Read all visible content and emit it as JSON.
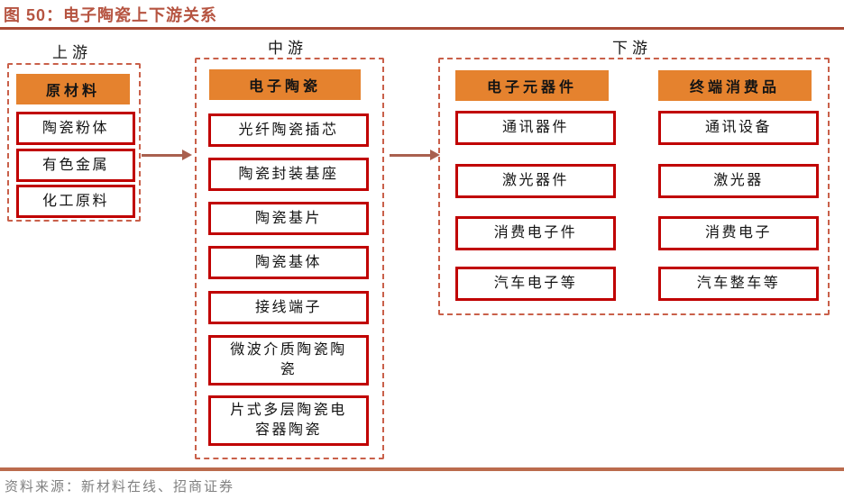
{
  "figure": {
    "title": "图 50：电子陶瓷上下游关系",
    "source": "资料来源：新材料在线、招商证券"
  },
  "colors": {
    "title_red": "#B65441",
    "title_rule_red": "#A94A35",
    "header_orange": "#E5822E",
    "item_border_red": "#C00000",
    "panel_dash_red": "#C9604A",
    "arrow_brown": "#A9604F",
    "bottom_rule_brown": "#BB6B4D",
    "source_gray": "#808080"
  },
  "sections": {
    "upstream": {
      "label": "上游",
      "header": "原材料",
      "items": [
        "陶瓷粉体",
        "有色金属",
        "化工原料"
      ]
    },
    "midstream": {
      "label": "中游",
      "header": "电子陶瓷",
      "items": [
        "光纤陶瓷插芯",
        "陶瓷封装基座",
        "陶瓷基片",
        "陶瓷基体",
        "接线端子",
        "微波介质陶瓷陶瓷",
        "片式多层陶瓷电容器陶瓷"
      ]
    },
    "downstream": {
      "label": "下游",
      "columns": [
        {
          "header": "电子元器件",
          "items": [
            "通讯器件",
            "激光器件",
            "消费电子件",
            "汽车电子等"
          ]
        },
        {
          "header": "终端消费品",
          "items": [
            "通讯设备",
            "激光器",
            "消费电子",
            "汽车整车等"
          ]
        }
      ]
    }
  }
}
